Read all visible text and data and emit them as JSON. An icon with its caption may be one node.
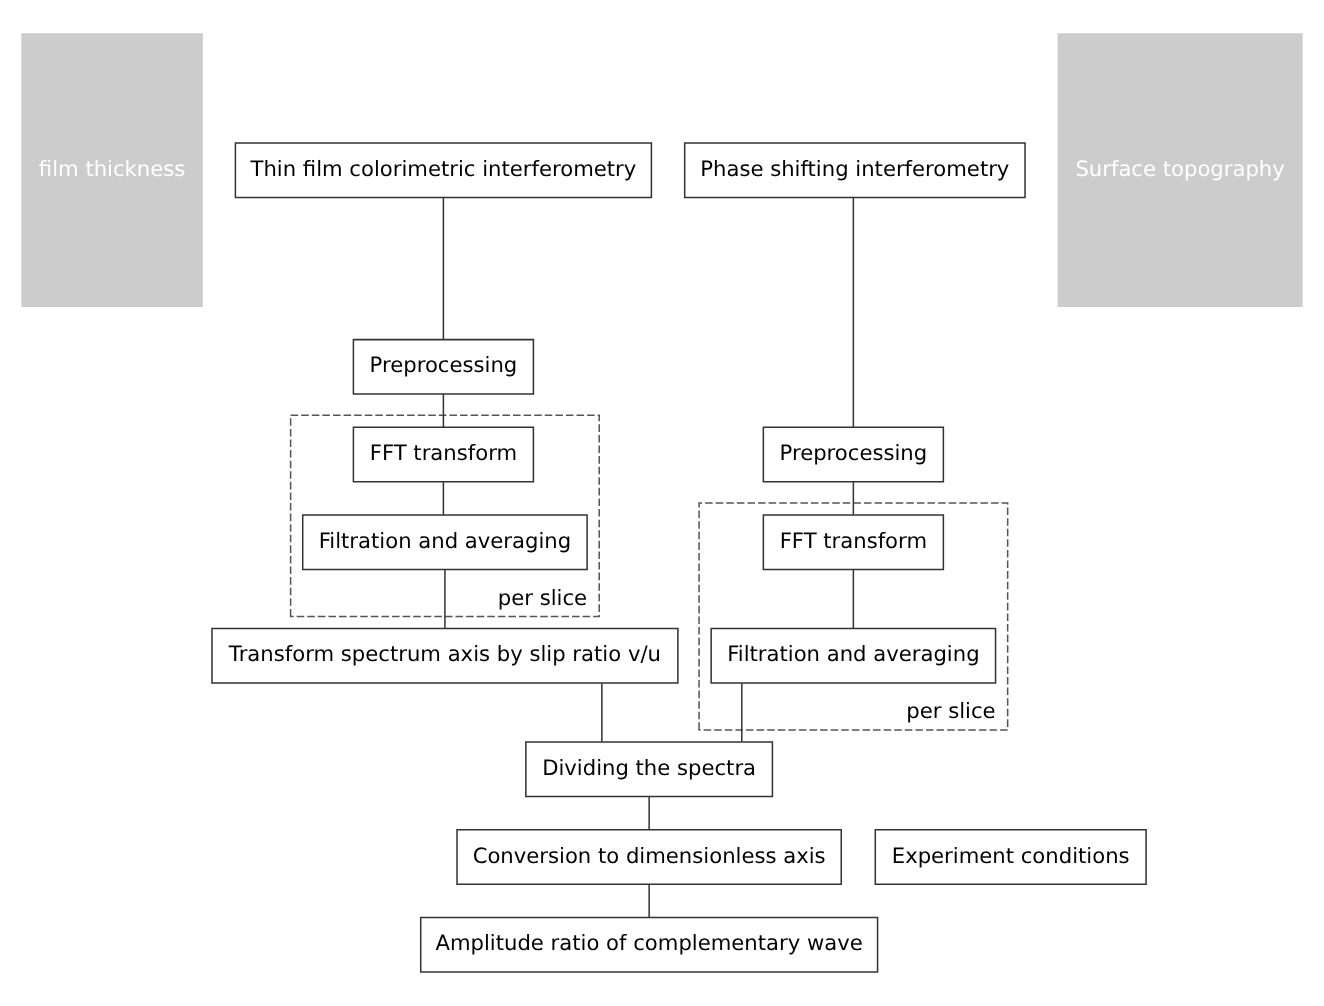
{
  "diagram": {
    "nodes": [
      {
        "text": [
          "film thickness"
        ]
      },
      {
        "text": [
          "Thin film colorimetric interferometry"
        ]
      },
      {
        "text": [
          "Preprocessing"
        ]
      },
      {
        "text": [
          "per slice"
        ]
      },
      {
        "text": [
          "FFT transform"
        ],
        "in": 3
      },
      {
        "text": [
          "Filtration and averaging"
        ],
        "in": 3
      },
      {
        "text": [
          "Phase shifting interferometry"
        ]
      },
      {
        "text": [
          "Preprocessing"
        ]
      },
      {
        "text": [
          "per slice"
        ]
      },
      {
        "text": [
          "FFT transform"
        ],
        "in": 8
      },
      {
        "text": [
          "Filtration and averaging"
        ],
        "in": 8
      },
      {
        "text": [
          "Surface topography"
        ]
      },
      {
        "text": [
          "Transform spectrum axis by slip ratio v/u"
        ]
      },
      {
        "text": [
          "Dividing the spectra"
        ]
      },
      {
        "text": [
          "Conversion to dimensionless axis"
        ]
      },
      {
        "text": [
          "Experiment conditions"
        ]
      },
      {
        "text": [
          "Amplitude ratio of complementary wave"
        ]
      }
    ],
    "edges": [
      {
        "from": 1,
        "to": 2,
        "arrow": "none"
      },
      {
        "from": 2,
        "to": 4,
        "arrow": "none"
      },
      {
        "from": 4,
        "to": 5,
        "arrow": "none"
      },
      {
        "from": 5,
        "to": 12,
        "arrow": "none"
      },
      {
        "from": 6,
        "to": 7,
        "arrow": "none"
      },
      {
        "from": 7,
        "to": 9,
        "arrow": "none"
      },
      {
        "from": 9,
        "to": 10,
        "arrow": "none"
      },
      {
        "from": 12,
        "to": 13,
        "arrow": "none"
      },
      {
        "from": 10,
        "to": 13,
        "arrow": "none"
      },
      {
        "from": 13,
        "to": 14,
        "arrow": "none"
      },
      {
        "from": 14,
        "to": 16,
        "arrow": "none"
      }
    ]
  }
}
